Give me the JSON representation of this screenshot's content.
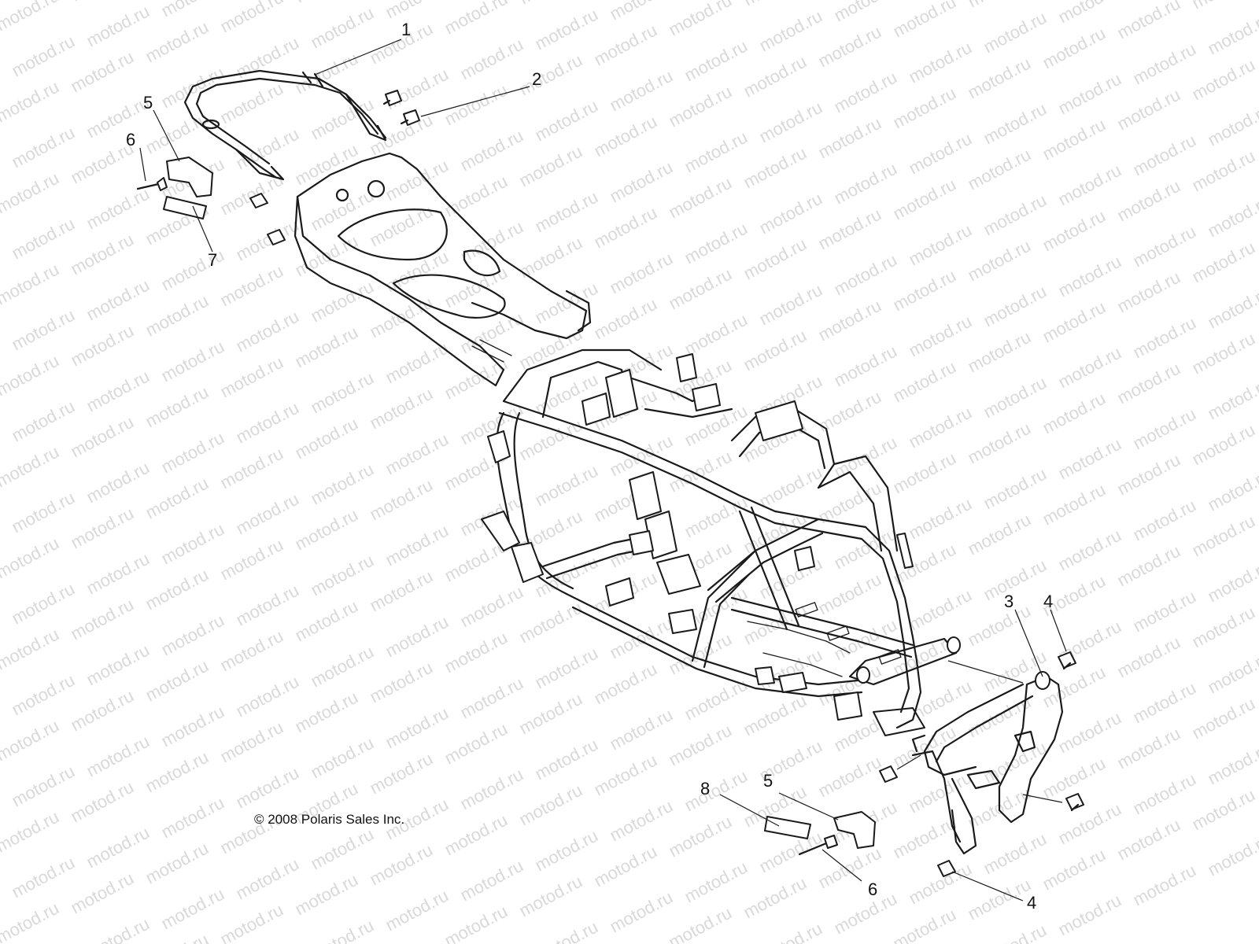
{
  "watermark": "motod.ru",
  "copyright": "© 2008 Polaris Sales Inc.",
  "callouts": [
    {
      "id": "c1",
      "text": "1"
    },
    {
      "id": "c2",
      "text": "2"
    },
    {
      "id": "c5a",
      "text": "5"
    },
    {
      "id": "c6a",
      "text": "6"
    },
    {
      "id": "c7",
      "text": "7"
    },
    {
      "id": "c3",
      "text": "3"
    },
    {
      "id": "c4a",
      "text": "4"
    },
    {
      "id": "c8",
      "text": "8"
    },
    {
      "id": "c5b",
      "text": "5"
    },
    {
      "id": "c6b",
      "text": "6"
    },
    {
      "id": "c4b",
      "text": "4"
    }
  ]
}
